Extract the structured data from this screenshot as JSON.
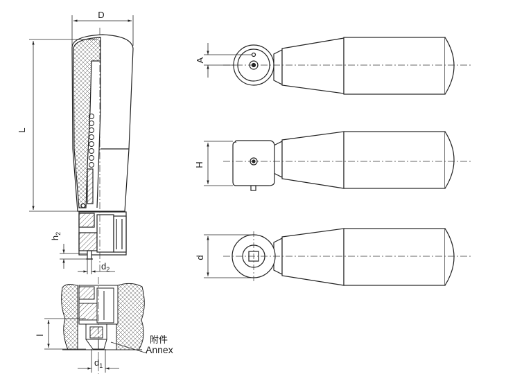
{
  "labels": {
    "D": "D",
    "L": "L",
    "A": "A",
    "H": "H",
    "d": "d",
    "h2_base": "h",
    "h2_sub": "2",
    "d2_base": "d",
    "d2_sub": "2",
    "l": "l",
    "d1_base": "d",
    "d1_sub": "1",
    "annex_cn": "附件",
    "annex_en": "Annex"
  }
}
